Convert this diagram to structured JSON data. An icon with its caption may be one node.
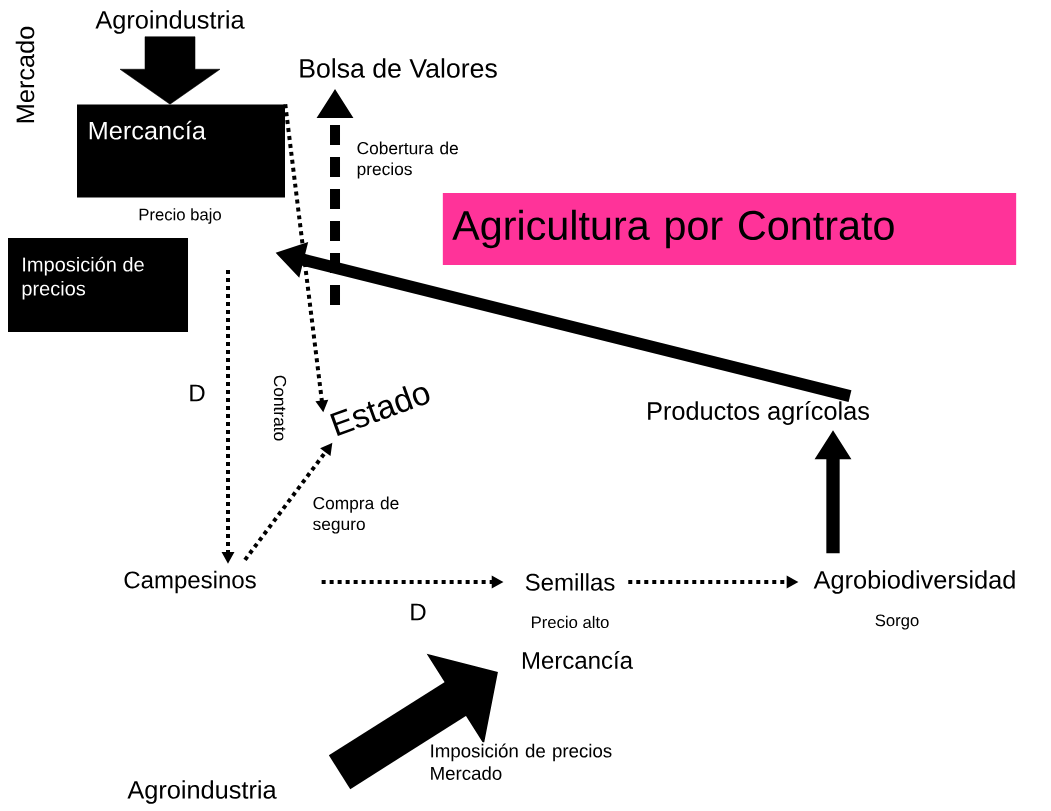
{
  "diagram": {
    "title": "Agricultura por Contrato",
    "nodes": [
      {
        "text": [
          "Agroindustria"
        ]
      },
      {
        "text": [
          "Mercancía"
        ],
        "beside": [
          "Precio bajo"
        ]
      },
      {
        "text": [
          "Bolsa de Valores"
        ]
      },
      {
        "text": [
          "Imposición de precios"
        ]
      },
      {
        "text": [
          "Estado"
        ]
      },
      {
        "text": [
          "Productos agrícolas"
        ]
      },
      {
        "text": [
          "Campesinos"
        ]
      },
      {
        "text": [
          "Semillas"
        ],
        "beside": [
          "Precio alto"
        ]
      },
      {
        "text": [
          "Agrobiodiversidad"
        ],
        "beside": [
          "Sorgo"
        ]
      },
      {
        "text": [
          "Mercancía"
        ]
      },
      {
        "text": [
          "Agroindustria"
        ]
      }
    ],
    "edges": [
      {
        "from": 0,
        "to": 1,
        "arrow": "to",
        "style": "thick"
      },
      {
        "from": 1,
        "to": 4,
        "arrow": "to",
        "style": "dashed"
      },
      {
        "from": null,
        "to": 2,
        "arrow": "to",
        "style": "dashed",
        "label": "Cobertura de precios"
      },
      {
        "from": 5,
        "to": 1,
        "arrow": "to",
        "style": "thick"
      },
      {
        "from": null,
        "to": 6,
        "arrow": "to",
        "style": "dashed",
        "label": "D"
      },
      {
        "from": 6,
        "to": 4,
        "arrow": "to",
        "style": "dashed",
        "label": "Compra de seguro"
      },
      {
        "from": 6,
        "to": 7,
        "arrow": "to",
        "style": "dashed",
        "label": "D"
      },
      {
        "from": 7,
        "to": 8,
        "arrow": "to",
        "style": "dashed"
      },
      {
        "from": 8,
        "to": 5,
        "arrow": "to",
        "style": "thick"
      },
      {
        "from": 10,
        "to": 9,
        "arrow": "to",
        "style": "thick",
        "label": "Imposición de precios Mercado"
      }
    ],
    "labels": [
      "Mercado",
      "Contrato"
    ]
  }
}
